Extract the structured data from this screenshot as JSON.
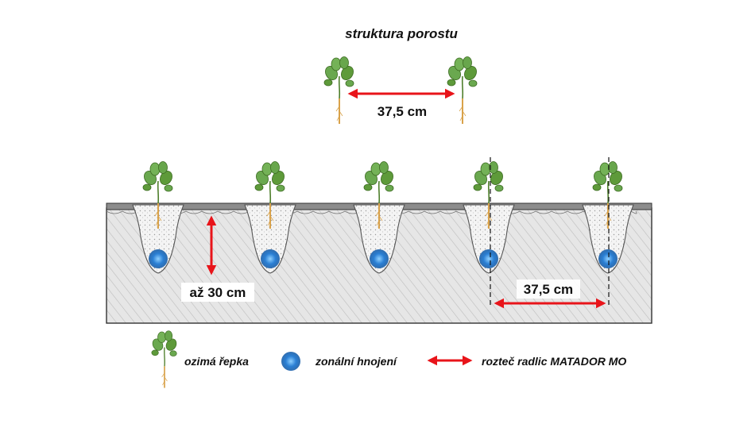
{
  "title": "struktura porostu",
  "top_spacing": "37,5 cm",
  "depth_label": "až 30 cm",
  "bottom_spacing": "37,5 cm",
  "legend": {
    "plant": "ozimá řepka",
    "fertilizer": "zonální hnojení",
    "arrow": "rozteč radlic MATADOR MO"
  },
  "colors": {
    "arrow": "#e8141a",
    "fertilizer": "#2a7fd4",
    "leaf": "#5e9a3a",
    "root": "#d9a24a"
  },
  "furrow_count": 5
}
